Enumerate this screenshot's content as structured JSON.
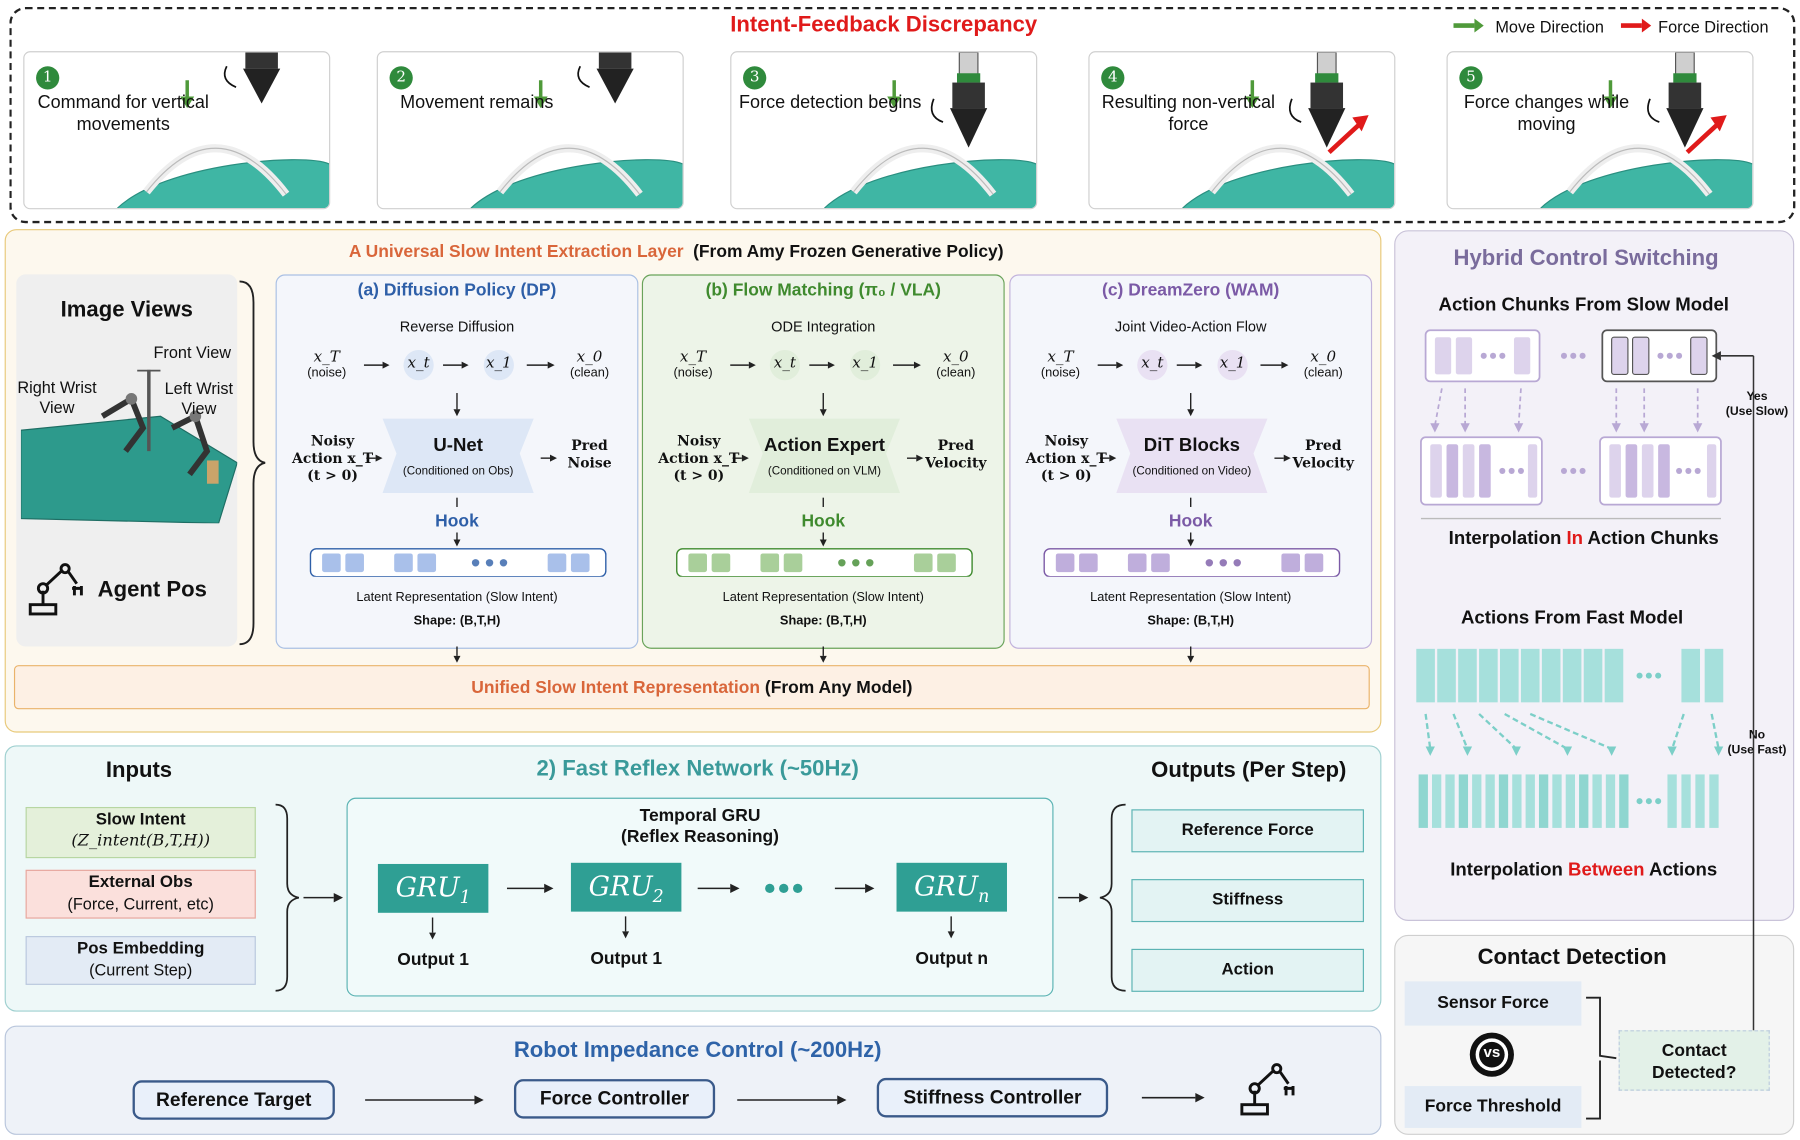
{
  "banner": {
    "title": "Intent-Feedback Discrepancy",
    "legend_move": "Move Direction",
    "legend_force": "Force Direction",
    "steps": [
      {
        "num": "1",
        "label": "Command for vertical movements"
      },
      {
        "num": "2",
        "label": "Movement remains"
      },
      {
        "num": "3",
        "label": "Force detection begins"
      },
      {
        "num": "4",
        "label": "Resulting non-vertical force"
      },
      {
        "num": "5",
        "label": "Force changes while moving"
      }
    ]
  },
  "slow_layer": {
    "title_colored": "A Universal Slow Intent Extraction Layer",
    "title_rest": "(From Amy Frozen Generative Policy)",
    "image_views": "Image Views",
    "front_view": "Front View",
    "right_wrist": "Right Wrist View",
    "left_wrist": "Left Wrist View",
    "agent_pos": "Agent Pos",
    "policies": [
      {
        "title": "(a) Diffusion Policy (DP)",
        "process": "Reverse Diffusion",
        "block": "U-Net",
        "block_sub": "(Conditioned on Obs)",
        "pred": "Pred Noise",
        "color": "#2e5fa8",
        "fill": "#dde7f6",
        "token": "#a9c0ea"
      },
      {
        "title": "(b) Flow Matching (π₀ / VLA)",
        "process": "ODE Integration",
        "block": "Action Expert",
        "block_sub": "(Conditioned on VLM)",
        "pred": "Pred Velocity",
        "color": "#3f8a2e",
        "fill": "#e1eedb",
        "token": "#a9cf9a"
      },
      {
        "title": "(c) DreamZero (WAM)",
        "process": "Joint Video-Action Flow",
        "block": "DiT Blocks",
        "block_sub": "(Conditioned on Video)",
        "pred": "Pred Velocity",
        "color": "#7b5aa6",
        "fill": "#e9e1f3",
        "token": "#bfaedc"
      }
    ],
    "x_T": "x_T",
    "noise": "(noise)",
    "x_t": "x_t",
    "x_1": "x_1",
    "x_0": "x_0",
    "clean": "(clean)",
    "noisy_action": "Noisy Action x_T",
    "t_gt_0": "(t > 0)",
    "hook": "Hook",
    "latent": "Latent Representation (Slow Intent)",
    "shape": "Shape: (B,T,H)",
    "unified_colored": "Unified Slow Intent Representation",
    "unified_rest": "(From Any Model)"
  },
  "hybrid": {
    "title": "Hybrid Control Switching",
    "slow_chunks": "Action Chunks From Slow Model",
    "interp_in_1": "Interpolation ",
    "interp_in_2": "In",
    "interp_in_3": " Action Chunks",
    "fast_actions": "Actions From Fast Model",
    "interp_between_1": "Interpolation ",
    "interp_between_2": "Between",
    "interp_between_3": " Actions",
    "yes": "Yes",
    "use_slow": "(Use Slow)",
    "no": "No",
    "use_fast": "(Use Fast)"
  },
  "contact": {
    "title": "Contact Detection",
    "sensor_force": "Sensor Force",
    "vs": "vs",
    "force_threshold": "Force Threshold",
    "detected": "Contact Detected?"
  },
  "fast": {
    "title": "2) Fast Reflex Network (~50Hz)",
    "inputs_title": "Inputs",
    "outputs_title": "Outputs (Per Step)",
    "inputs": [
      {
        "label": "Slow Intent",
        "sub": "(Z_intent(B,T,H))"
      },
      {
        "label": "External Obs",
        "sub": "(Force, Current, etc)"
      },
      {
        "label": "Pos Embedding",
        "sub": "(Current Step)"
      }
    ],
    "gru_title": "Temporal GRU",
    "gru_sub": "(Reflex Reasoning)",
    "grus": [
      {
        "name": "GRU",
        "sub": "1",
        "out": "Output 1"
      },
      {
        "name": "GRU",
        "sub": "2",
        "out": "Output 1"
      },
      {
        "name": "GRU",
        "sub": "n",
        "out": "Output n"
      }
    ],
    "outputs": [
      "Reference Force",
      "Stiffness",
      "Action"
    ]
  },
  "impedance": {
    "title": "Robot Impedance Control (~200Hz)",
    "blocks": [
      "Reference Target",
      "Force Controller",
      "Stiffness Controller"
    ]
  }
}
